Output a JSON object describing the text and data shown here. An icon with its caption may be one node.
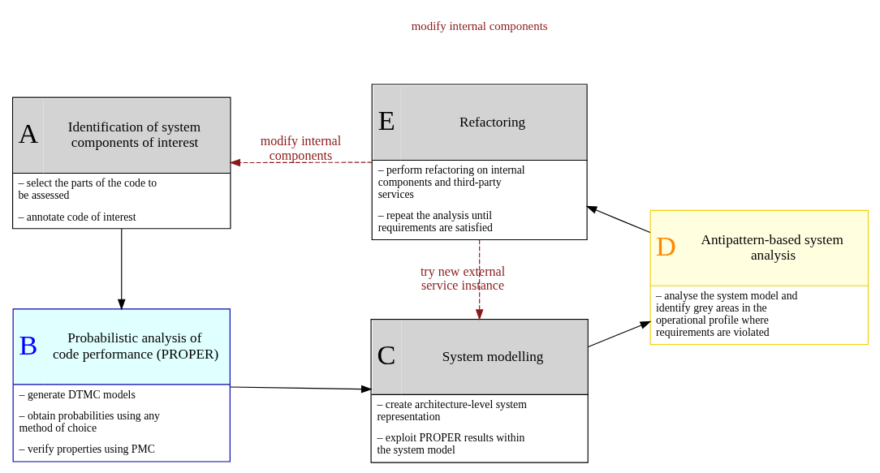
{
  "diagram": {
    "nodes": [
      {
        "text": [
          "B",
          "Probabilistic analysis of code performance (PROPER)",
          "– generate DTMC models",
          "– obtain probabilities using any method of choice",
          "– verify properties using PMC"
        ]
      },
      {
        "text": [
          "C",
          "System modelling",
          "– create architecture-level system representation",
          "– exploit PROPER results within the system model"
        ]
      },
      {
        "text": [
          "D",
          "Antipattern-based system analysis",
          "– analyse the system model and identify grey areas in the operational profile where requirements are violated"
        ]
      },
      {
        "text": [
          "A",
          "Identification of system components of interest",
          "– select the parts of the code to be assessed",
          "– annotate code of interest"
        ]
      },
      {
        "text": [
          "E",
          "Refactoring",
          "– perform refactoring on internal components and third-party services",
          "– repeat the analysis until requirements are satisfied"
        ]
      }
    ],
    "edges": [
      {
        "from": 0,
        "to": 1,
        "arrow": "to"
      },
      {
        "from": 1,
        "to": 2,
        "arrow": "to"
      },
      {
        "from": 2,
        "to": 4,
        "arrow": "to"
      },
      {
        "from": 3,
        "to": 0,
        "arrow": "to"
      },
      {
        "from": 4,
        "to": 3,
        "arrow": "to",
        "label": "modify internal components",
        "style": "dashed",
        "color": "#8b1a1a"
      },
      {
        "from": 4,
        "to": 1,
        "arrow": "to",
        "label": "try new external service instance",
        "style": "dashed",
        "color": "#8b1a1a"
      }
    ],
    "labels": [
      "modify internal components"
    ]
  }
}
